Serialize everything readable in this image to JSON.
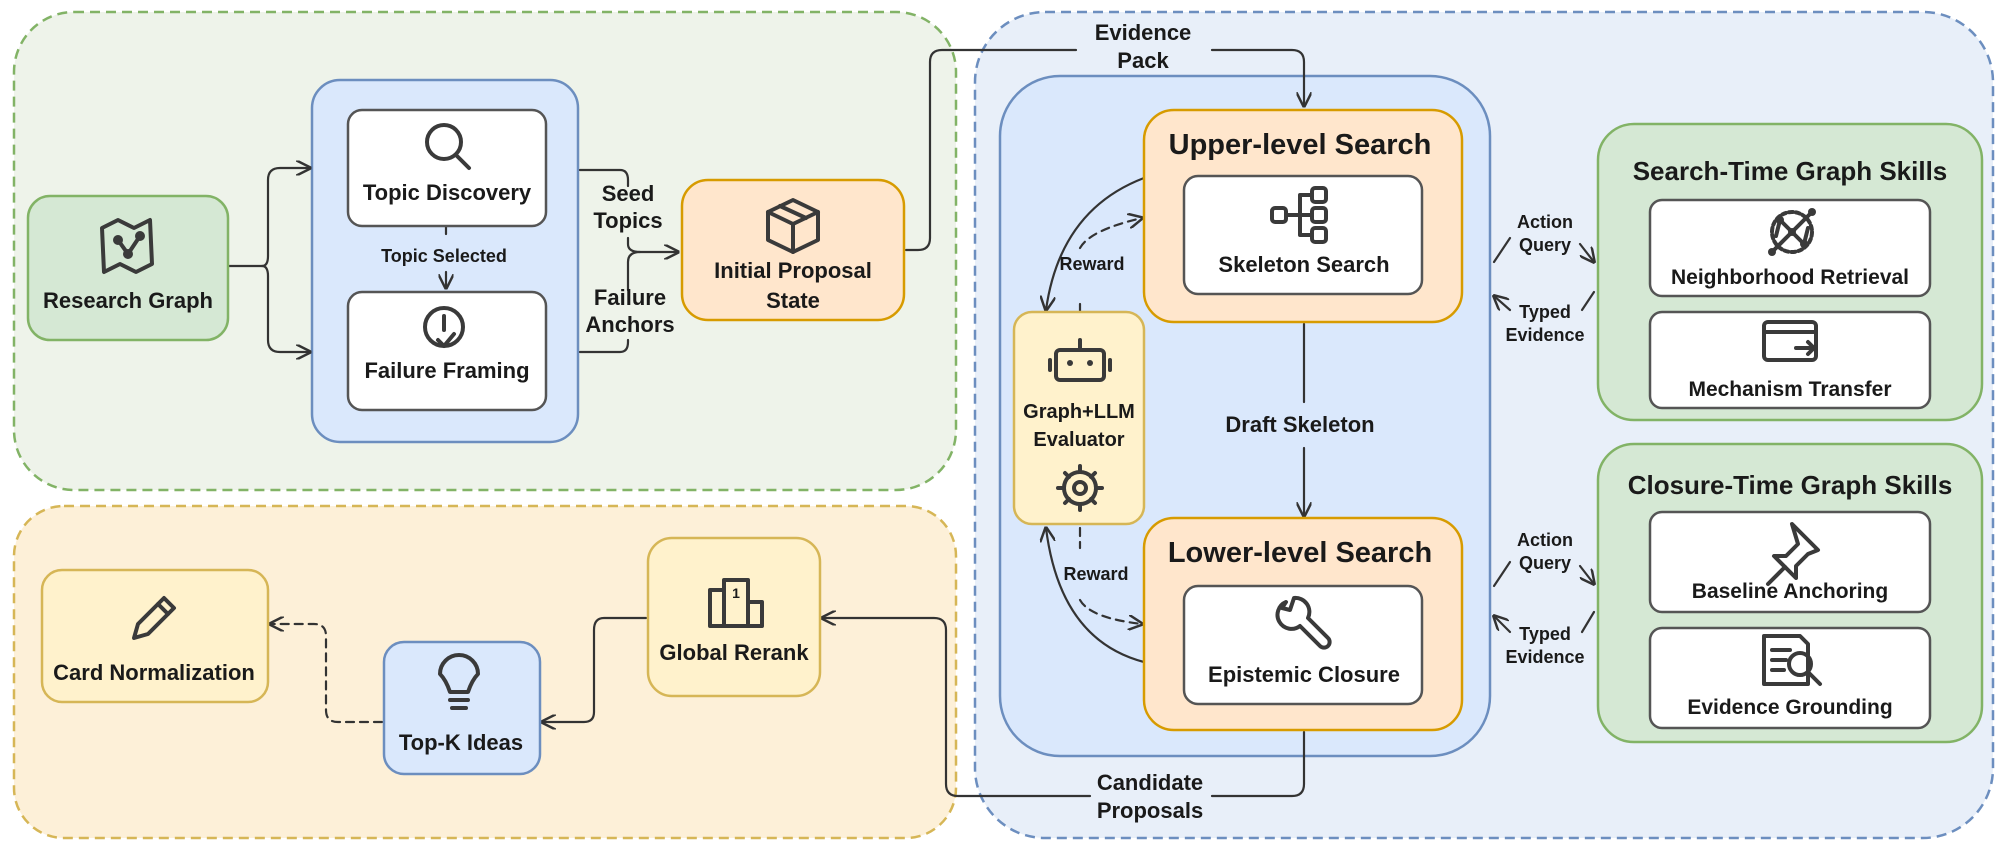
{
  "colors": {
    "green_fill": "#d5e8d4",
    "green_stroke": "#82b366",
    "blue_fill": "#dae8fc",
    "blue_stroke": "#6c8ebf",
    "orange_fill": "#ffe6cc",
    "orange_stroke": "#d79b00",
    "yellow_fill": "#fff2cc",
    "yellow_stroke": "#d6b656",
    "white_fill": "#ffffff",
    "dark_stroke": "#555555"
  },
  "nodes": {
    "research_graph": {
      "label": "Research Graph",
      "icon": "map-graph-icon"
    },
    "topic_discovery": {
      "label": "Topic Discovery",
      "icon": "search-icon"
    },
    "failure_framing": {
      "label": "Failure Framing",
      "icon": "alert-check-icon"
    },
    "initial_proposal": {
      "line1": "Initial Proposal",
      "line2": "State",
      "icon": "package-icon"
    },
    "upper_search": {
      "label": "Upper-level Search"
    },
    "skeleton_search": {
      "label": "Skeleton Search",
      "icon": "hierarchy-icon"
    },
    "lower_search": {
      "label": "Lower-level Search"
    },
    "epistemic_closure": {
      "label": "Epistemic Closure",
      "icon": "wrench-icon"
    },
    "evaluator": {
      "line1": "Graph+LLM",
      "line2": "Evaluator",
      "icon1": "robot-icon",
      "icon2": "gear-icon"
    },
    "search_skills": {
      "title": "Search-Time Graph Skills"
    },
    "neighborhood": {
      "label": "Neighborhood Retrieval",
      "icon": "network-icon"
    },
    "mechanism": {
      "label": "Mechanism Transfer",
      "icon": "window-arrow-icon"
    },
    "closure_skills": {
      "title": "Closure-Time Graph Skills"
    },
    "baseline": {
      "label": "Baseline Anchoring",
      "icon": "pin-icon"
    },
    "evidence_grounding": {
      "label": "Evidence Grounding",
      "icon": "document-search-icon"
    },
    "global_rerank": {
      "label": "Global Rerank",
      "icon": "podium-icon",
      "podium_number": "1"
    },
    "topk": {
      "label": "Top-K Ideas",
      "icon": "lightbulb-icon"
    },
    "card_norm": {
      "label": "Card Normalization",
      "icon": "pencil-icon"
    }
  },
  "edge_labels": {
    "topic_selected": "Topic Selected",
    "seed_topics": {
      "line1": "Seed",
      "line2": "Topics"
    },
    "failure_anchors": {
      "line1": "Failure",
      "line2": "Anchors"
    },
    "evidence_pack": {
      "line1": "Evidence",
      "line2": "Pack"
    },
    "reward_upper": "Reward",
    "reward_lower": "Reward",
    "draft_skeleton": "Draft Skeleton",
    "action_query_1": {
      "line1": "Action",
      "line2": "Query"
    },
    "typed_evidence_1": {
      "line1": "Typed",
      "line2": "Evidence"
    },
    "action_query_2": {
      "line1": "Action",
      "line2": "Query"
    },
    "typed_evidence_2": {
      "line1": "Typed",
      "line2": "Evidence"
    },
    "candidate_proposals": {
      "line1": "Candidate",
      "line2": "Proposals"
    }
  }
}
